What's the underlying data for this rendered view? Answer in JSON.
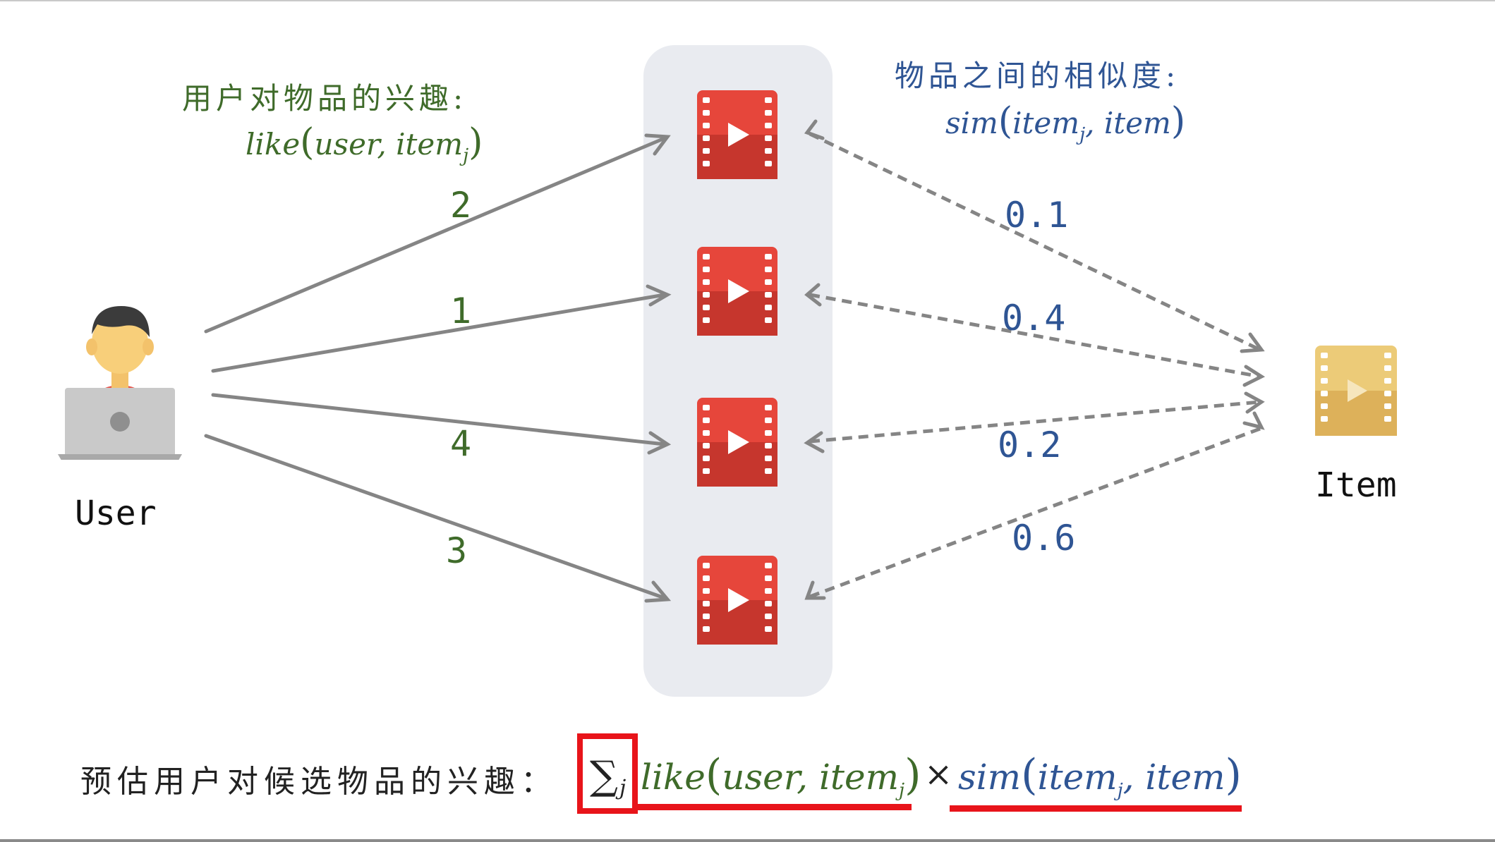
{
  "header_left": {
    "title": "用户对物品的兴趣:",
    "formula_fn": "like",
    "formula_arg1": "user, ",
    "formula_arg2": "item",
    "formula_sub": "j"
  },
  "header_right": {
    "title": "物品之间的相似度:",
    "formula_fn": "sim",
    "formula_arg1": "item",
    "formula_sub": "j",
    "formula_arg2": ", item"
  },
  "user": {
    "label": "User",
    "icon": "user-at-laptop-icon"
  },
  "target": {
    "label": "Item",
    "icon": "video-icon",
    "color": "#e3b85a"
  },
  "candidate_items": [
    {
      "icon": "video-play-icon",
      "like": "2",
      "sim": "0.1"
    },
    {
      "icon": "video-play-icon",
      "like": "1",
      "sim": "0.4"
    },
    {
      "icon": "video-play-icon",
      "like": "4",
      "sim": "0.2"
    },
    {
      "icon": "video-play-icon",
      "like": "3",
      "sim": "0.6"
    }
  ],
  "bottom": {
    "label": "预估用户对候选物品的兴趣：",
    "sum_symbol": "∑",
    "sum_sub": "j",
    "term1_fn": "like",
    "term1_arg": "user, item",
    "term1_sub": "j",
    "times": "×",
    "term2_fn": "sim",
    "term2_arg1": "item",
    "term2_sub": "j",
    "term2_arg2": ", item"
  },
  "colors": {
    "like_green": "#3f6b2a",
    "sim_blue": "#2f5594",
    "highlight_red": "#e8141a",
    "video_red": "#e6463b",
    "panel_gray": "#e9ebf0",
    "arrow_gray": "#858585"
  }
}
